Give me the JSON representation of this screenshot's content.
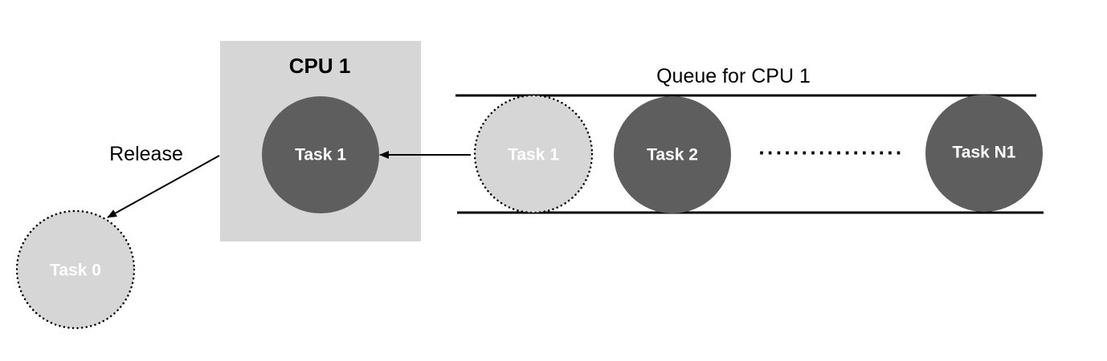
{
  "cpu": {
    "title": "CPU 1",
    "fill": "#d6d6d6",
    "current_task": {
      "label": "Task 1",
      "fill": "#5e5e5e",
      "text_color": "#ffffff"
    }
  },
  "queue": {
    "title": "Queue for CPU 1",
    "tasks": [
      {
        "label": "Task 1",
        "style": "dotted",
        "fill": "#d6d6d6",
        "text_color": "#ffffff"
      },
      {
        "label": "Task 2",
        "style": "solid",
        "fill": "#5e5e5e",
        "text_color": "#ffffff"
      },
      {
        "label": "Task N1",
        "style": "solid",
        "fill": "#5e5e5e",
        "text_color": "#ffffff"
      }
    ],
    "ellipsis": "·················"
  },
  "release": {
    "label": "Release",
    "task": {
      "label": "Task 0",
      "style": "dotted",
      "fill": "#d6d6d6",
      "text_color": "#ffffff"
    }
  }
}
